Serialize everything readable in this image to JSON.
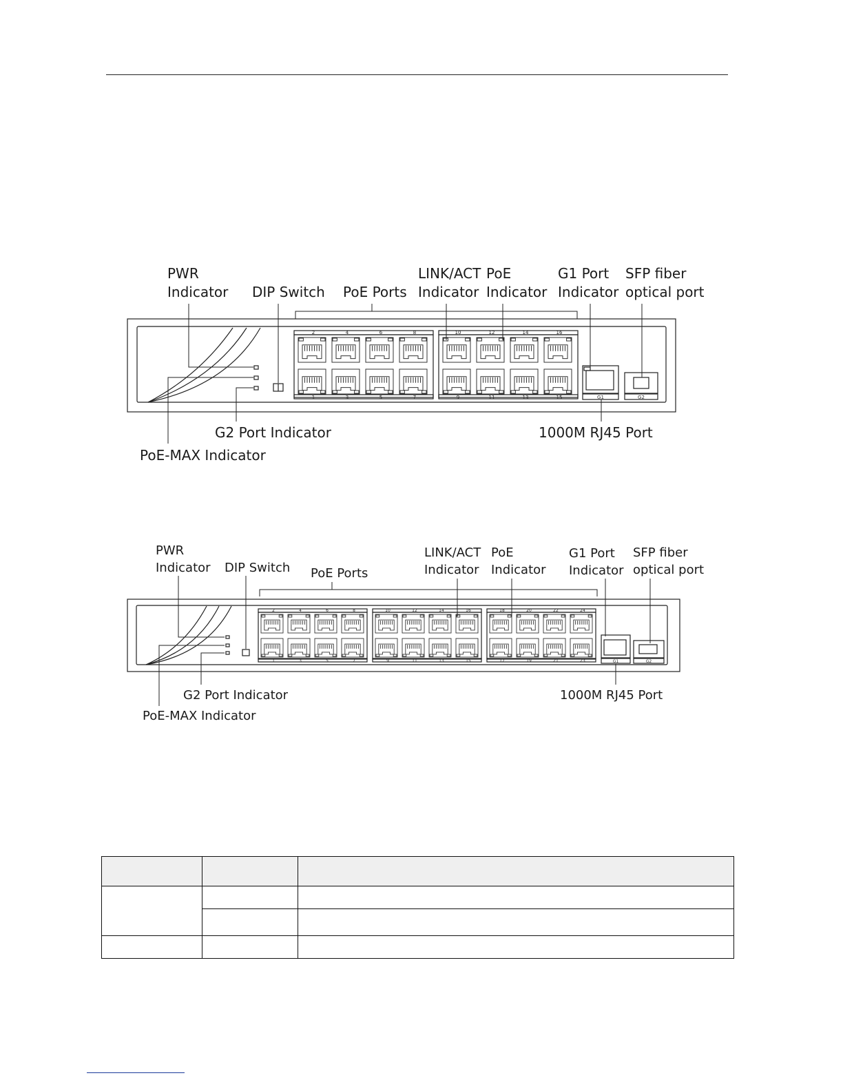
{
  "diagram_16": {
    "labels": {
      "pwr_line1": "PWR",
      "pwr_line2": "Indicator",
      "dip": "DIP Switch",
      "poe_ports": "PoE Ports",
      "link_line1": "LINK/ACT",
      "link_line2": "Indicator",
      "poe_line1": "PoE",
      "poe_line2": "Indicator",
      "g1_line1": "G1 Port",
      "g1_line2": "Indicator",
      "sfp_line1": "SFP fiber",
      "sfp_line2": "optical port",
      "g2_ind": "G2 Port Indicator",
      "poemax": "PoE-MAX Indicator",
      "rj45": "1000M RJ45 Port"
    },
    "top_port_numbers": [
      "2",
      "4",
      "6",
      "8",
      "10",
      "12",
      "14",
      "16"
    ],
    "bottom_port_numbers": [
      "1",
      "3",
      "5",
      "7",
      "9",
      "11",
      "13",
      "15"
    ],
    "uplink_labels": [
      "G1",
      "G2"
    ]
  },
  "diagram_24": {
    "labels": {
      "pwr_line1": "PWR",
      "pwr_line2": "Indicator",
      "dip": "DIP Switch",
      "poe_ports": "PoE Ports",
      "link_line1": "LINK/ACT",
      "link_line2": "Indicator",
      "poe_line1": "PoE",
      "poe_line2": "Indicator",
      "g1_line1": "G1 Port",
      "g1_line2": "Indicator",
      "sfp_line1": "SFP fiber",
      "sfp_line2": "optical port",
      "g2_ind": "G2 Port Indicator",
      "poemax": "PoE-MAX Indicator",
      "rj45": "1000M RJ45 Port"
    },
    "top_port_numbers": [
      "2",
      "4",
      "6",
      "8",
      "10",
      "12",
      "14",
      "16",
      "18",
      "20",
      "22",
      "24"
    ],
    "bottom_port_numbers": [
      "1",
      "3",
      "5",
      "7",
      "9",
      "11",
      "13",
      "15",
      "17",
      "19",
      "21",
      "23"
    ],
    "uplink_labels": [
      "G1",
      "G2"
    ]
  }
}
